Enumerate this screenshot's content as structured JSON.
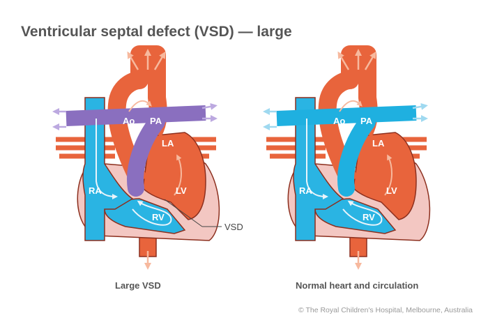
{
  "title": "Ventricular septal defect (VSD) — large",
  "diagrams": [
    {
      "caption": "Large VSD",
      "pa_color": "#8a6fbf",
      "labels": {
        "ao": "Ao",
        "pa": "PA",
        "la": "LA",
        "lv": "LV",
        "ra": "RA",
        "rv": "RV"
      },
      "callout": "VSD"
    },
    {
      "caption": "Normal heart and circulation",
      "pa_color": "#1fb0e0",
      "labels": {
        "ao": "Ao",
        "pa": "PA",
        "la": "LA",
        "lv": "LV",
        "ra": "RA",
        "rv": "RV"
      }
    }
  ],
  "colors": {
    "oxygenated": "#e8643c",
    "deoxygenated": "#2ab4e3",
    "mixed": "#8a6fbf",
    "heart_wall": "#f3c7c2",
    "outline": "#8c2f1e"
  },
  "credit": "© The Royal Children's Hospital, Melbourne, Australia"
}
